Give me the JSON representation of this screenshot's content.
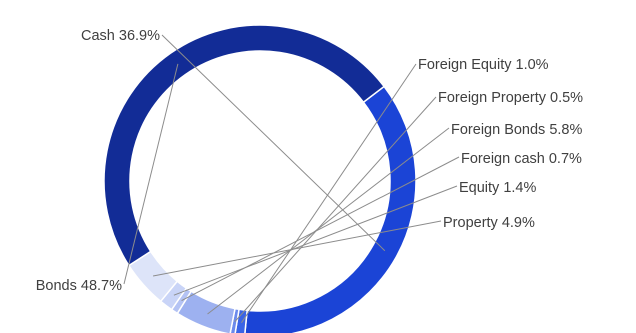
{
  "chart_data": {
    "type": "pie",
    "variant": "donut",
    "legend": "none",
    "slices": [
      {
        "label": "Cash 36.9%",
        "name": "Cash",
        "value": 36.9,
        "color": "#1b44d6"
      },
      {
        "label": "Foreign Equity 1.0%",
        "name": "Foreign Equity",
        "value": 1.0,
        "color": "#3a64e6"
      },
      {
        "label": "Foreign Property 0.5%",
        "name": "Foreign Property",
        "value": 0.5,
        "color": "#6b8aec"
      },
      {
        "label": "Foreign Bonds 5.8%",
        "name": "Foreign Bonds",
        "value": 5.8,
        "color": "#9db1f0"
      },
      {
        "label": "Foreign cash 0.7%",
        "name": "Foreign cash",
        "value": 0.7,
        "color": "#b4c3f4"
      },
      {
        "label": "Equity 1.4%",
        "name": "Equity",
        "value": 1.4,
        "color": "#c9d4f7"
      },
      {
        "label": "Property 4.9%",
        "name": "Property",
        "value": 4.9,
        "color": "#dde4f9"
      },
      {
        "label": "Bonds 48.7%",
        "name": "Bonds",
        "value": 48.7,
        "color": "#122c96"
      }
    ]
  }
}
